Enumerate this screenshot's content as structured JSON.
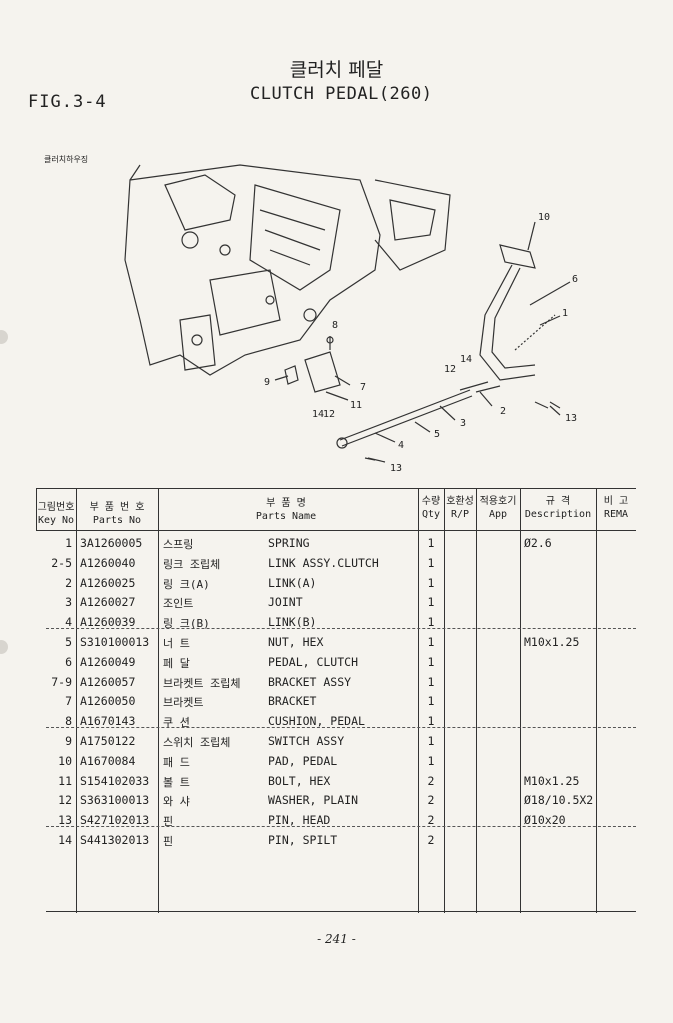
{
  "figure_label": "FIG.3-4",
  "title_korean": "클러치 페달",
  "title_english": "CLUTCH PEDAL(260)",
  "diagram": {
    "housing_label": "클러치하우징",
    "callouts": [
      "10",
      "6",
      "1",
      "8",
      "14",
      "12",
      "7",
      "9",
      "11",
      "2",
      "3",
      "13",
      "5",
      "14",
      "12",
      "4",
      "13"
    ]
  },
  "table": {
    "headers": {
      "key_no_ko": "그림번호",
      "key_no_en": "Key No",
      "part_no_ko": "부 품 번 호",
      "part_no_en": "Parts No",
      "name_ko": "부 품 명",
      "name_en": "Parts Name",
      "qty_ko": "수량",
      "qty_en": "Qty",
      "rp_ko": "호환성",
      "rp_en": "R/P",
      "app_ko": "적용호기",
      "app_en": "App",
      "desc_ko": "규 격",
      "desc_en": "Description",
      "rema_ko": "비 고",
      "rema_en": "REMA"
    },
    "rows": [
      {
        "key": "1",
        "part": "3A1260005",
        "ko": "스프링",
        "en": "SPRING",
        "qty": "1",
        "desc": "Ø2.6"
      },
      {
        "key": "2-5",
        "part": "A1260040",
        "ko": "링크 조립체",
        "en": "LINK ASSY.CLUTCH",
        "qty": "1",
        "desc": ""
      },
      {
        "key": "2",
        "part": "A1260025",
        "ko": "링 크(A)",
        "en": "LINK(A)",
        "qty": "1",
        "desc": ""
      },
      {
        "key": "3",
        "part": "A1260027",
        "ko": "조인트",
        "en": "JOINT",
        "qty": "1",
        "desc": ""
      },
      {
        "key": "4",
        "part": "A1260039",
        "ko": "링 크(B)",
        "en": "LINK(B)",
        "qty": "1",
        "desc": ""
      },
      {
        "key": "5",
        "part": "S310100013",
        "ko": "너 트",
        "en": "NUT, HEX",
        "qty": "1",
        "desc": "M10x1.25"
      },
      {
        "key": "6",
        "part": "A1260049",
        "ko": "페 달",
        "en": "PEDAL, CLUTCH",
        "qty": "1",
        "desc": ""
      },
      {
        "key": "7-9",
        "part": "A1260057",
        "ko": "브라켓트 조립체",
        "en": "BRACKET ASSY",
        "qty": "1",
        "desc": ""
      },
      {
        "key": "7",
        "part": "A1260050",
        "ko": "브라켓트",
        "en": "BRACKET",
        "qty": "1",
        "desc": ""
      },
      {
        "key": "8",
        "part": "A1670143",
        "ko": "쿠 션",
        "en": "CUSHION, PEDAL",
        "qty": "1",
        "desc": ""
      },
      {
        "key": "9",
        "part": "A1750122",
        "ko": "스위치 조립체",
        "en": "SWITCH ASSY",
        "qty": "1",
        "desc": ""
      },
      {
        "key": "10",
        "part": "A1670084",
        "ko": "패 드",
        "en": "PAD, PEDAL",
        "qty": "1",
        "desc": ""
      },
      {
        "key": "11",
        "part": "S154102033",
        "ko": "볼 트",
        "en": "BOLT, HEX",
        "qty": "2",
        "desc": "M10x1.25"
      },
      {
        "key": "12",
        "part": "S363100013",
        "ko": "와 샤",
        "en": "WASHER, PLAIN",
        "qty": "2",
        "desc": "Ø18/10.5X2"
      },
      {
        "key": "13",
        "part": "S427102013",
        "ko": "핀",
        "en": "PIN, HEAD",
        "qty": "2",
        "desc": "Ø10x20"
      },
      {
        "key": "14",
        "part": "S441302013",
        "ko": "핀",
        "en": "PIN, SPILT",
        "qty": "2",
        "desc": ""
      }
    ]
  },
  "page_number": "- 241 -"
}
